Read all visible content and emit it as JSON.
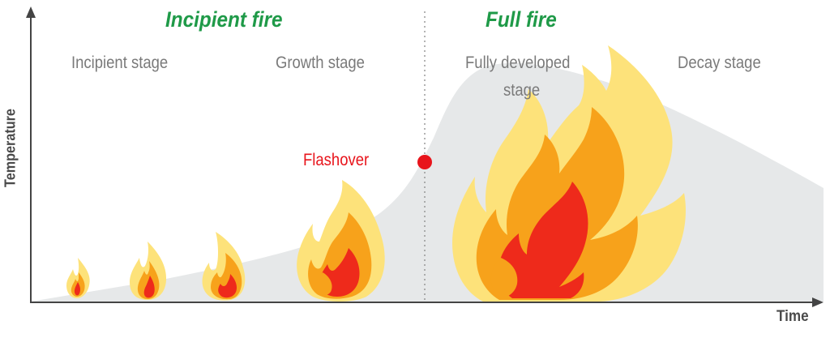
{
  "phases": {
    "incipient_fire": "Incipient fire",
    "full_fire": "Full fire"
  },
  "stages": {
    "incipient": "Incipient stage",
    "growth": "Growth stage",
    "fully_developed_line1": "Fully developed",
    "fully_developed_line2": "stage",
    "decay": "Decay stage"
  },
  "flashover": "Flashover",
  "axes": {
    "y": "Temperature",
    "x": "Time"
  },
  "colors": {
    "phase_text": "#1f9a48",
    "flashover": "#e8141b",
    "curve_fill": "#e6e8e9",
    "flame_outer": "#fde27a",
    "flame_mid": "#f7a21b",
    "flame_inner": "#ee2a1b"
  }
}
